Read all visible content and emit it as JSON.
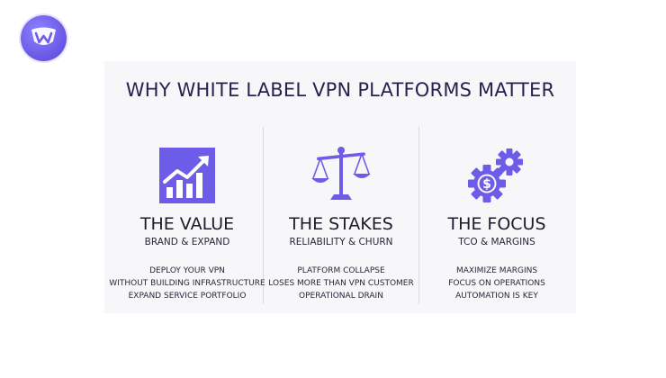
{
  "title": "WHY WHITE LABEL VPN PLATFORMS MATTER",
  "colors": {
    "accent": "#6c5ce7",
    "title": "#2b1f4d",
    "panel": "#f7f7f9"
  },
  "columns": [
    {
      "icon": "growth-chart-icon",
      "heading": "THE VALUE",
      "subheading": "BRAND & EXPAND",
      "lines": [
        "DEPLOY YOUR VPN",
        "WITHOUT BUILDING INFRASTRUCTURE",
        "EXPAND SERVICE PORTFOLIO"
      ]
    },
    {
      "icon": "balance-scale-icon",
      "heading": "THE STAKES",
      "subheading": "RELIABILITY & CHURN",
      "lines": [
        "PLATFORM COLLAPSE",
        "LOSES MORE THAN VPN CUSTOMER",
        "OPERATIONAL DRAIN"
      ]
    },
    {
      "icon": "gears-dollar-icon",
      "heading": "THE FOCUS",
      "subheading": "TCO & MARGINS",
      "lines": [
        "MAXIMIZE MARGINS",
        "FOCUS ON OPERATIONS",
        "AUTOMATION IS KEY"
      ]
    }
  ]
}
